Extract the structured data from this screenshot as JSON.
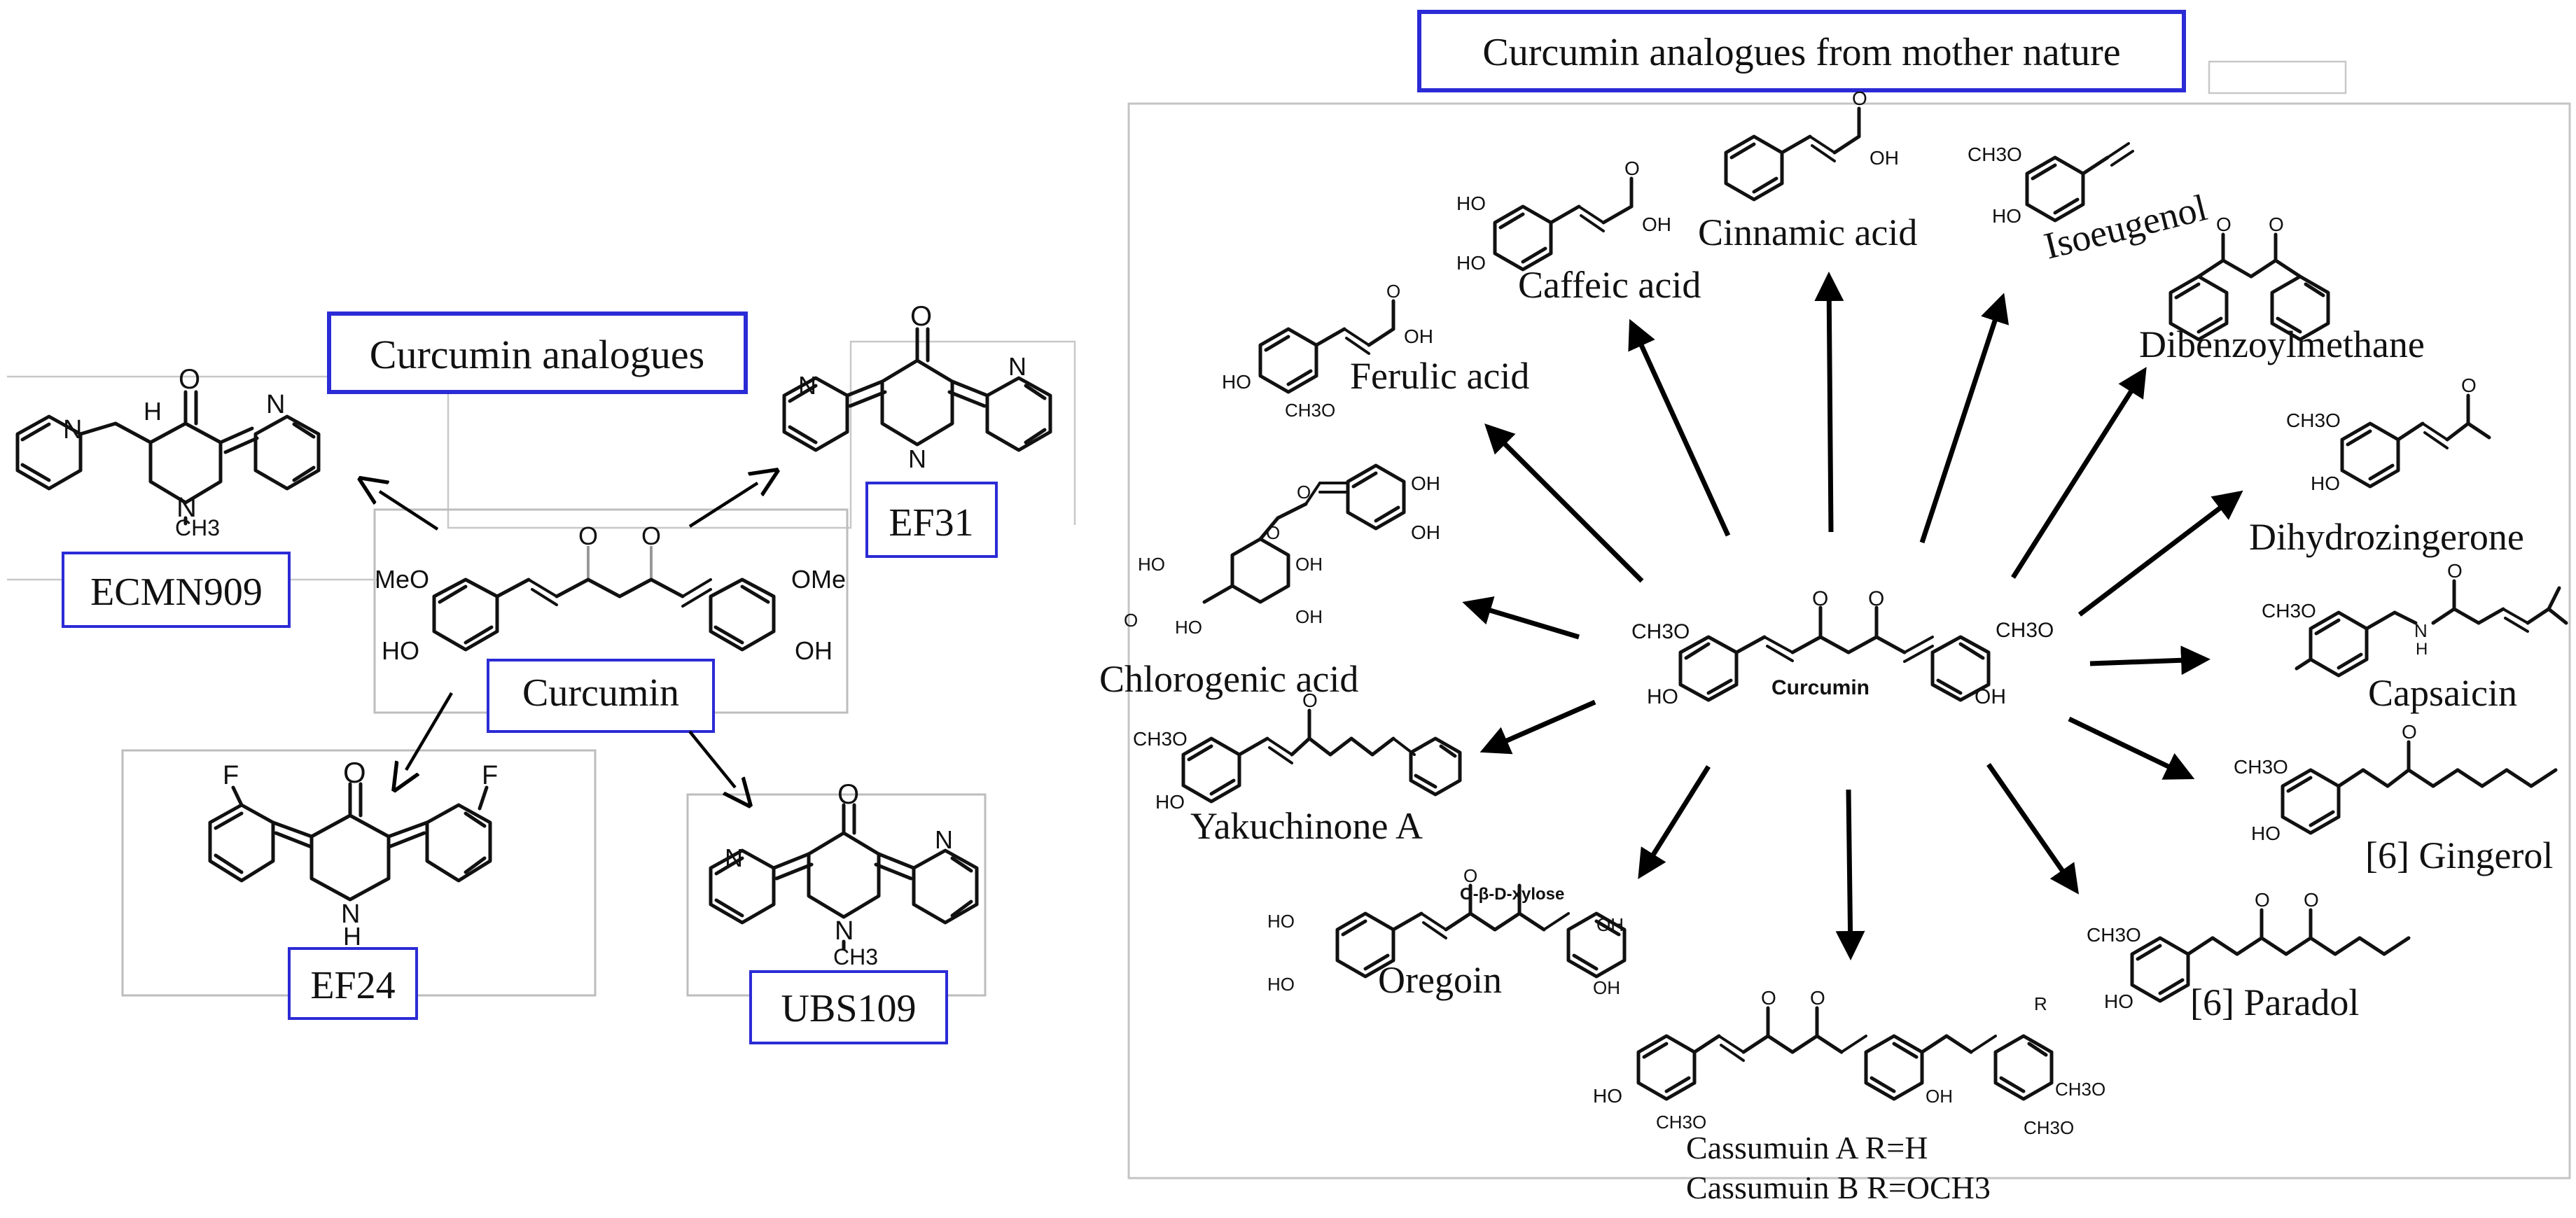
{
  "left_panel": {
    "title": "Curcumin analogues",
    "center": "Curcumin",
    "compounds": [
      "ECMN909",
      "EF31",
      "EF24",
      "UBS109"
    ]
  },
  "right_panel": {
    "title": "Curcumin analogues from mother nature",
    "center": "Curcumin",
    "compounds": [
      "Caffeic acid",
      "Cinnamic acid",
      "Isoeugenol",
      "Dibenzoylmethane",
      "Ferulic acid",
      "Dihydrozingerone",
      "Chlorogenic acid",
      "Capsaicin",
      "Yakuchinone A",
      "[6] Gingerol",
      "Oregoin",
      "[6] Paradol",
      "Cassumuin A R=H",
      "Cassumuin B R=OCH3"
    ]
  },
  "atoms": {
    "O": "O",
    "OH": "OH",
    "HO": "HO",
    "N": "N",
    "NH": "N",
    "H": "H",
    "CH3": "CH3",
    "CH3O": "CH3O",
    "MeO": "MeO",
    "OMe": "OMe",
    "F": "F",
    "R": "R",
    "xylose": "O-β-D-xylose"
  }
}
